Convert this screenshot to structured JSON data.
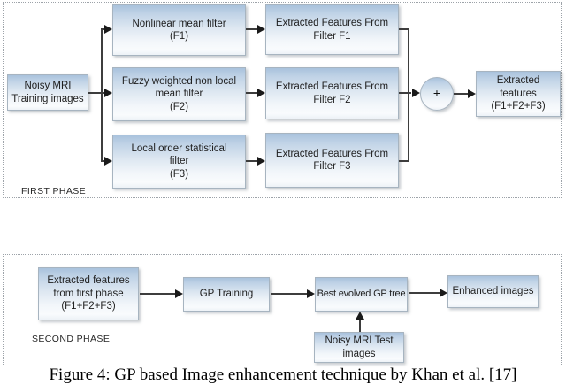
{
  "figure": {
    "caption": "Figure 4: GP based Image enhancement technique by Khan et al. [17]"
  },
  "phase1": {
    "label": "FIRST PHASE",
    "input_box": "Noisy MRI\nTraining images",
    "filters": [
      {
        "label": "Nonlinear mean filter\n(F1)"
      },
      {
        "label": "Fuzzy weighted non local\nmean filter\n(F2)"
      },
      {
        "label": "Local order statistical\nfilter\n(F3)"
      }
    ],
    "features": [
      {
        "label": "Extracted Features From\nFilter F1"
      },
      {
        "label": "Extracted Features From\nFilter F2"
      },
      {
        "label": "Extracted Features From\nFilter F3"
      }
    ],
    "sum_symbol": "+",
    "output_box": "Extracted\nfeatures\n(F1+F2+F3)"
  },
  "phase2": {
    "label": "SECOND PHASE",
    "input_box": "Extracted features\nfrom first phase\n(F1+F2+F3)",
    "gp_training": "GP Training",
    "best_tree": "Best evolved GP tree",
    "enhanced": "Enhanced images",
    "test_box": "Noisy MRI Test\nimages"
  },
  "colors": {
    "node_gradient_top": "#a9c2dc",
    "node_gradient_bottom": "#edf2f7",
    "node_border": "#a7b4c0",
    "connector": "#3d3d3d",
    "arrowhead": "#1a1a1a",
    "container_border": "#9da3a9",
    "text": "#1f1f1f"
  }
}
